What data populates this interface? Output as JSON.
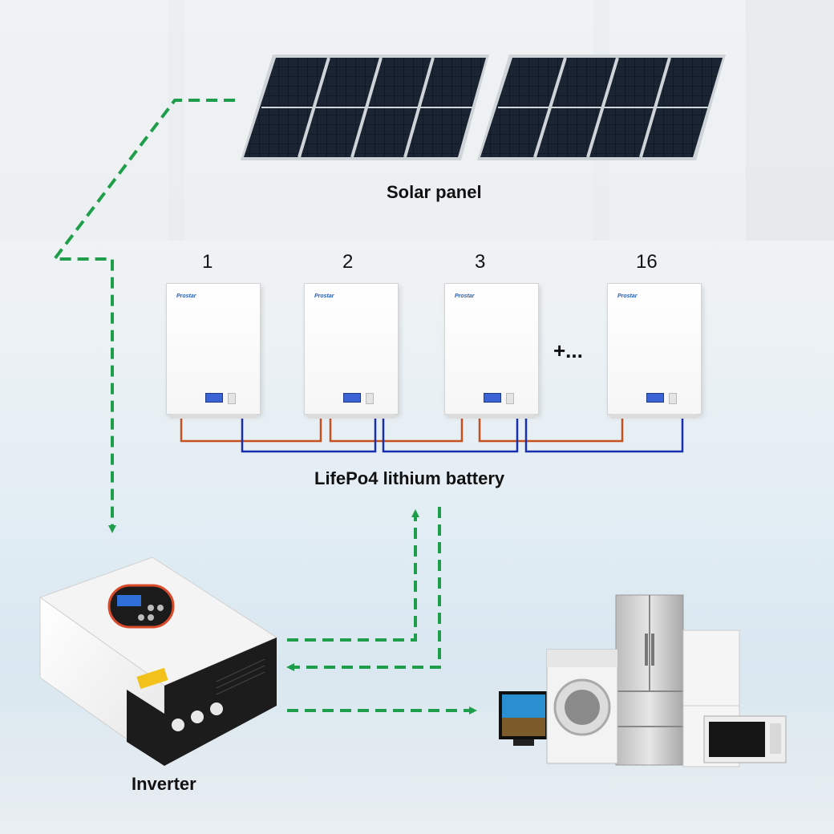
{
  "labels": {
    "solar_panel": "Solar panel",
    "battery": "LifePo4 lithium battery",
    "inverter": "Inverter",
    "battery_numbers": [
      "1",
      "2",
      "3",
      "16"
    ],
    "more": "+...",
    "brand": "Prostar"
  },
  "colors": {
    "flow_arrow": "#1e9e4a",
    "positive_wire": "#c8501e",
    "negative_wire": "#1a2fb0",
    "panel_cell": "#111822",
    "inverter_accent": "#d94a2a"
  },
  "icons": [
    "solar-panel-icon",
    "battery-icon",
    "inverter-icon",
    "appliances-icon"
  ]
}
